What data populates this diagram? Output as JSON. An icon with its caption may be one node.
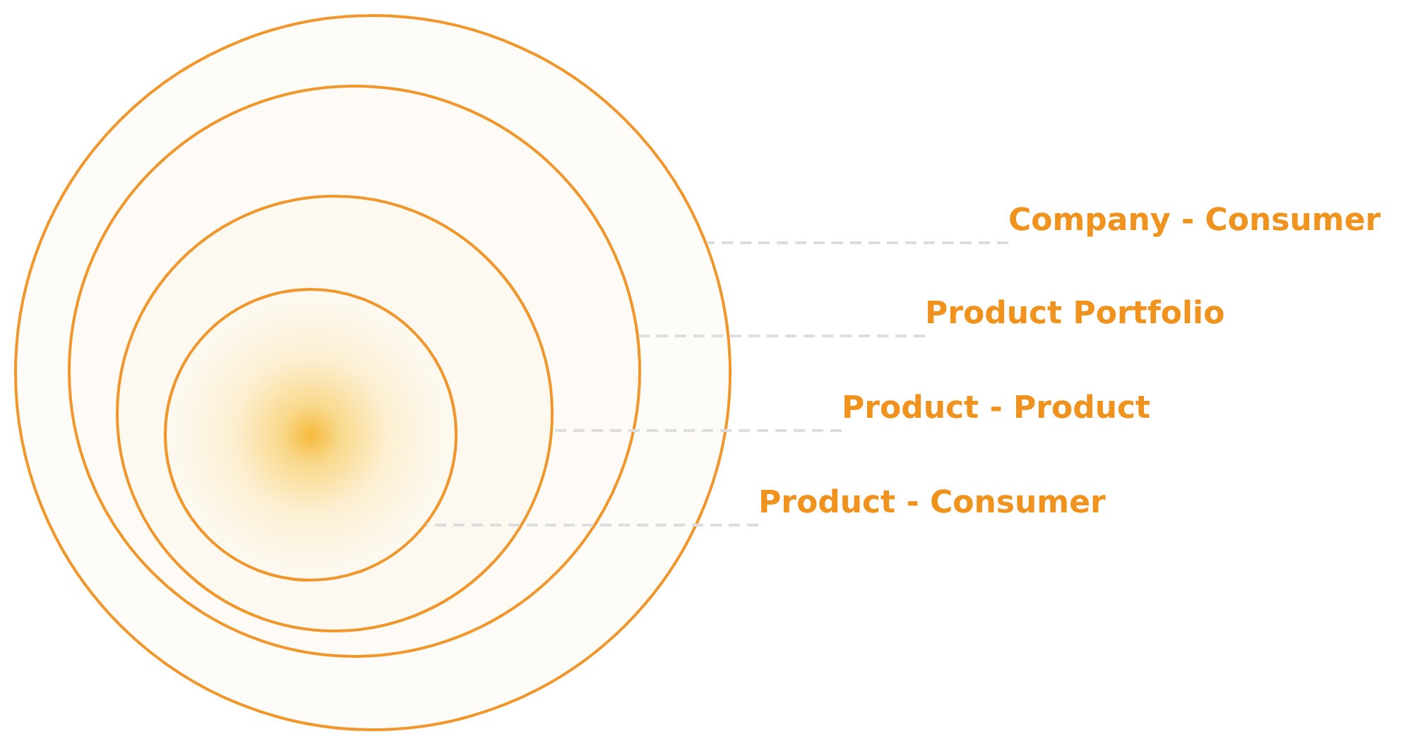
{
  "diagram": {
    "nodes": [
      {
        "text": [],
        "shape": "circle"
      },
      {
        "text": [],
        "shape": "circle",
        "in": 0
      },
      {
        "text": [],
        "shape": "circle",
        "in": 1
      },
      {
        "text": [],
        "shape": "circle",
        "in": 2
      },
      {
        "text": [
          "Company - Consumer"
        ]
      },
      {
        "text": [
          "Product Portfolio"
        ]
      },
      {
        "text": [
          "Product - Product"
        ]
      },
      {
        "text": [
          "Product - Consumer"
        ]
      }
    ],
    "edges": [
      {
        "from": 4,
        "to": 0,
        "arrow": "none",
        "style": "dashed"
      },
      {
        "from": 5,
        "to": 1,
        "arrow": "none",
        "style": "dashed"
      },
      {
        "from": 6,
        "to": 2,
        "arrow": "none",
        "style": "dashed"
      },
      {
        "from": 7,
        "to": 3,
        "arrow": "none",
        "style": "dashed"
      }
    ]
  }
}
